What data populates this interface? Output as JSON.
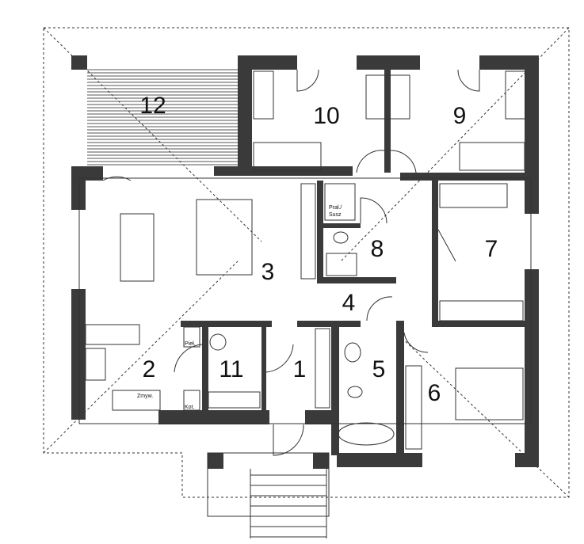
{
  "plan": {
    "rooms": [
      {
        "id": "12",
        "label": "12"
      },
      {
        "id": "10",
        "label": "10"
      },
      {
        "id": "9",
        "label": "9"
      },
      {
        "id": "3",
        "label": "3"
      },
      {
        "id": "8",
        "label": "8"
      },
      {
        "id": "7",
        "label": "7"
      },
      {
        "id": "4",
        "label": "4"
      },
      {
        "id": "2",
        "label": "2"
      },
      {
        "id": "11",
        "label": "11"
      },
      {
        "id": "1",
        "label": "1"
      },
      {
        "id": "5",
        "label": "5"
      },
      {
        "id": "6",
        "label": "6"
      }
    ],
    "fixtures": {
      "pantry": "Pieł.",
      "dishwasher": "Zmyw.",
      "boiler": "Kot.",
      "laundry_line1": "Prał./",
      "laundry_line2": "Susz"
    }
  }
}
